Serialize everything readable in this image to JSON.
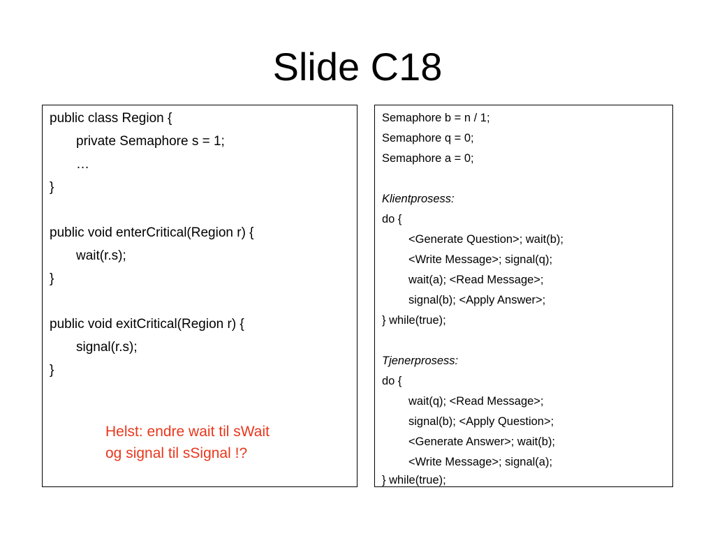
{
  "slide": {
    "title": "Slide C18",
    "left_box": {
      "lines": [
        "public class Region {",
        "private Semaphore s = 1;",
        "…",
        "}",
        "public void enterCritical(Region r) {",
        "wait(r.s);",
        "}",
        "public void exitCritical(Region r) {",
        "signal(r.s);",
        "}"
      ],
      "note_line1": "Helst: endre wait til sWait",
      "note_line2": "og signal til sSignal !?",
      "note_color": "#e8371c"
    },
    "right_box": {
      "lines": [
        "Semaphore b = n / 1;",
        "Semaphore q = 0;",
        "Semaphore a = 0;",
        "Klientprosess:",
        "do {",
        "<Generate Question>; wait(b);",
        "<Write Message>; signal(q);",
        "wait(a); <Read Message>;",
        "signal(b); <Apply Answer>;",
        "} while(true);",
        "Tjenerprosess:",
        "do {",
        "wait(q); <Read Message>;",
        "signal(b); <Apply Question>;",
        "<Generate Answer>; wait(b);",
        "<Write Message>; signal(a);",
        "} while(true);"
      ]
    }
  }
}
